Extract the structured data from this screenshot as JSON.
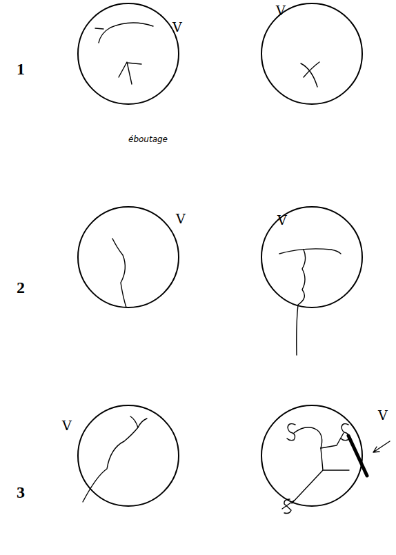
{
  "diagram": {
    "labels": [
      "1",
      "V",
      "éboutage",
      "V",
      "2",
      "V",
      "V",
      "3",
      "V",
      "V"
    ]
  }
}
